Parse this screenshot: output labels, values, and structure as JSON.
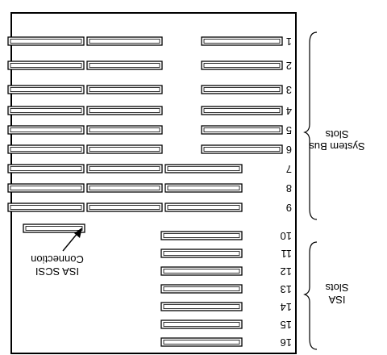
{
  "isa_slot_numbers": [
    "16",
    "15",
    "14",
    "13",
    "12",
    "11",
    "10"
  ],
  "system_slot_numbers": [
    "9",
    "8",
    "7",
    "6",
    "5",
    "4",
    "3",
    "2",
    "1"
  ],
  "isa_label": [
    "ISA",
    "Slots"
  ],
  "system_label": [
    "System Bus",
    "Slots"
  ],
  "scsi_label": [
    "ISA SCSI",
    "Connection"
  ]
}
